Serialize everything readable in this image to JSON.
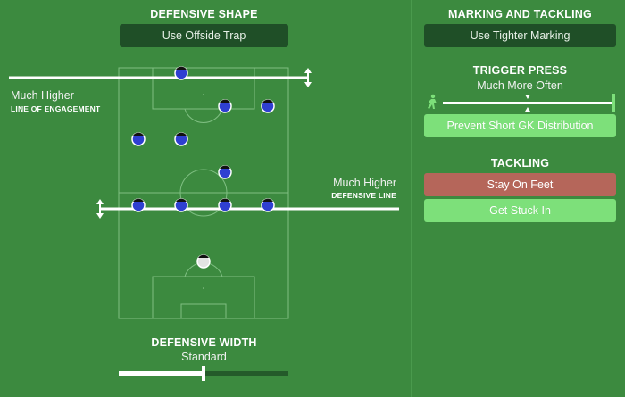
{
  "left": {
    "defensive_shape_title": "DEFENSIVE SHAPE",
    "offside_trap_label": "Use Offside Trap",
    "engagement_value": "Much Higher",
    "engagement_label": "LINE OF ENGAGEMENT",
    "defensive_line_value": "Much Higher",
    "defensive_line_label": "DEFENSIVE LINE",
    "defensive_width_title": "DEFENSIVE WIDTH",
    "defensive_width_value": "Standard",
    "defensive_width_level": 0.5
  },
  "right": {
    "marking_title": "MARKING AND TACKLING",
    "tighter_marking_label": "Use Tighter Marking",
    "trigger_press_title": "TRIGGER PRESS",
    "trigger_press_value": "Much More Often",
    "trigger_press_level": 1.0,
    "prevent_gk_label": "Prevent Short GK Distribution",
    "tackling_title": "TACKLING",
    "stay_on_feet_label": "Stay On Feet",
    "get_stuck_in_label": "Get Stuck In"
  },
  "colors": {
    "background": "#3c8a3f",
    "dark_button": "#1f4f27",
    "active_green": "#7de07a",
    "inactive_red": "#b5665a",
    "player_blue": "#2f3fd1"
  },
  "icons": [
    "arrow-up-down-icon",
    "pressing-player-icon",
    "ball-icon"
  ]
}
